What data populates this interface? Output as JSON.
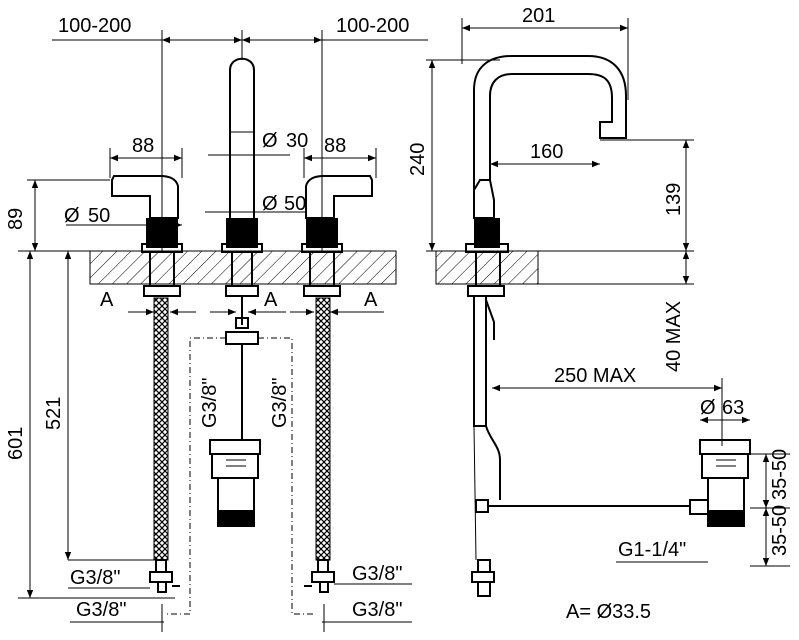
{
  "labels": {
    "spread_left": "100-200",
    "spread_right": "100-200",
    "handle_left": "88",
    "handle_right": "88",
    "spout_dia": "30",
    "handle_dia": "50",
    "body_dia": "50",
    "height_above_deck": "89",
    "a_left": "A",
    "a_center": "A",
    "a_right": "A",
    "g_left_upper": "G3/8\"",
    "g_left_lower": "G3/8\"",
    "g_right_upper": "G3/8\"",
    "g_right_lower": "G3/8\"",
    "g_center_left": "G3/8\"",
    "g_center_right": "G3/8\"",
    "total_height": "601",
    "hose_height": "521",
    "spout_reach_total": "201",
    "spout_reach": "160",
    "spout_height": "240",
    "outlet_height": "139",
    "deck_max": "40 MAX",
    "rod_max": "250 MAX",
    "drain_dia": "63",
    "drain_height": "35-50",
    "drain_height2": "35-50",
    "drain_thread": "G1-1/4\"",
    "a_def": "A= Ø33.5"
  },
  "symbols": {
    "diameter": "Ø"
  }
}
